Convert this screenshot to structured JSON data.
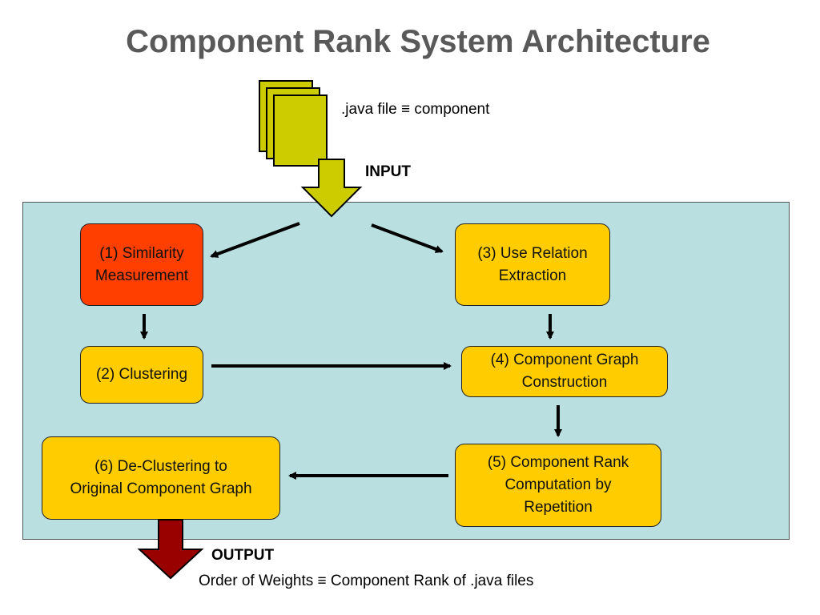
{
  "title": "Component Rank System Architecture",
  "input": {
    "file_label": ".java file ≡ component",
    "input_label": "INPUT"
  },
  "steps": [
    {
      "id": 1,
      "label": "(1) Similarity\nMeasurement"
    },
    {
      "id": 2,
      "label": "(2) Clustering"
    },
    {
      "id": 3,
      "label": "(3) Use Relation\nExtraction"
    },
    {
      "id": 4,
      "label": "(4) Component Graph\nConstruction"
    },
    {
      "id": 5,
      "label": "(5) Component Rank\nComputation by\nRepetition"
    },
    {
      "id": 6,
      "label": "(6) De-Clustering to\nOriginal Component Graph"
    }
  ],
  "output": {
    "output_label": "OUTPUT",
    "result_label": "Order of Weights ≡ Component Rank of .java files"
  },
  "colors": {
    "panel": "#b9dfe0",
    "step_box": "#ffcc00",
    "highlight_box": "#ff3f00",
    "input_arrow": "#cccc00",
    "output_arrow": "#990000",
    "document": "#cccc00"
  }
}
